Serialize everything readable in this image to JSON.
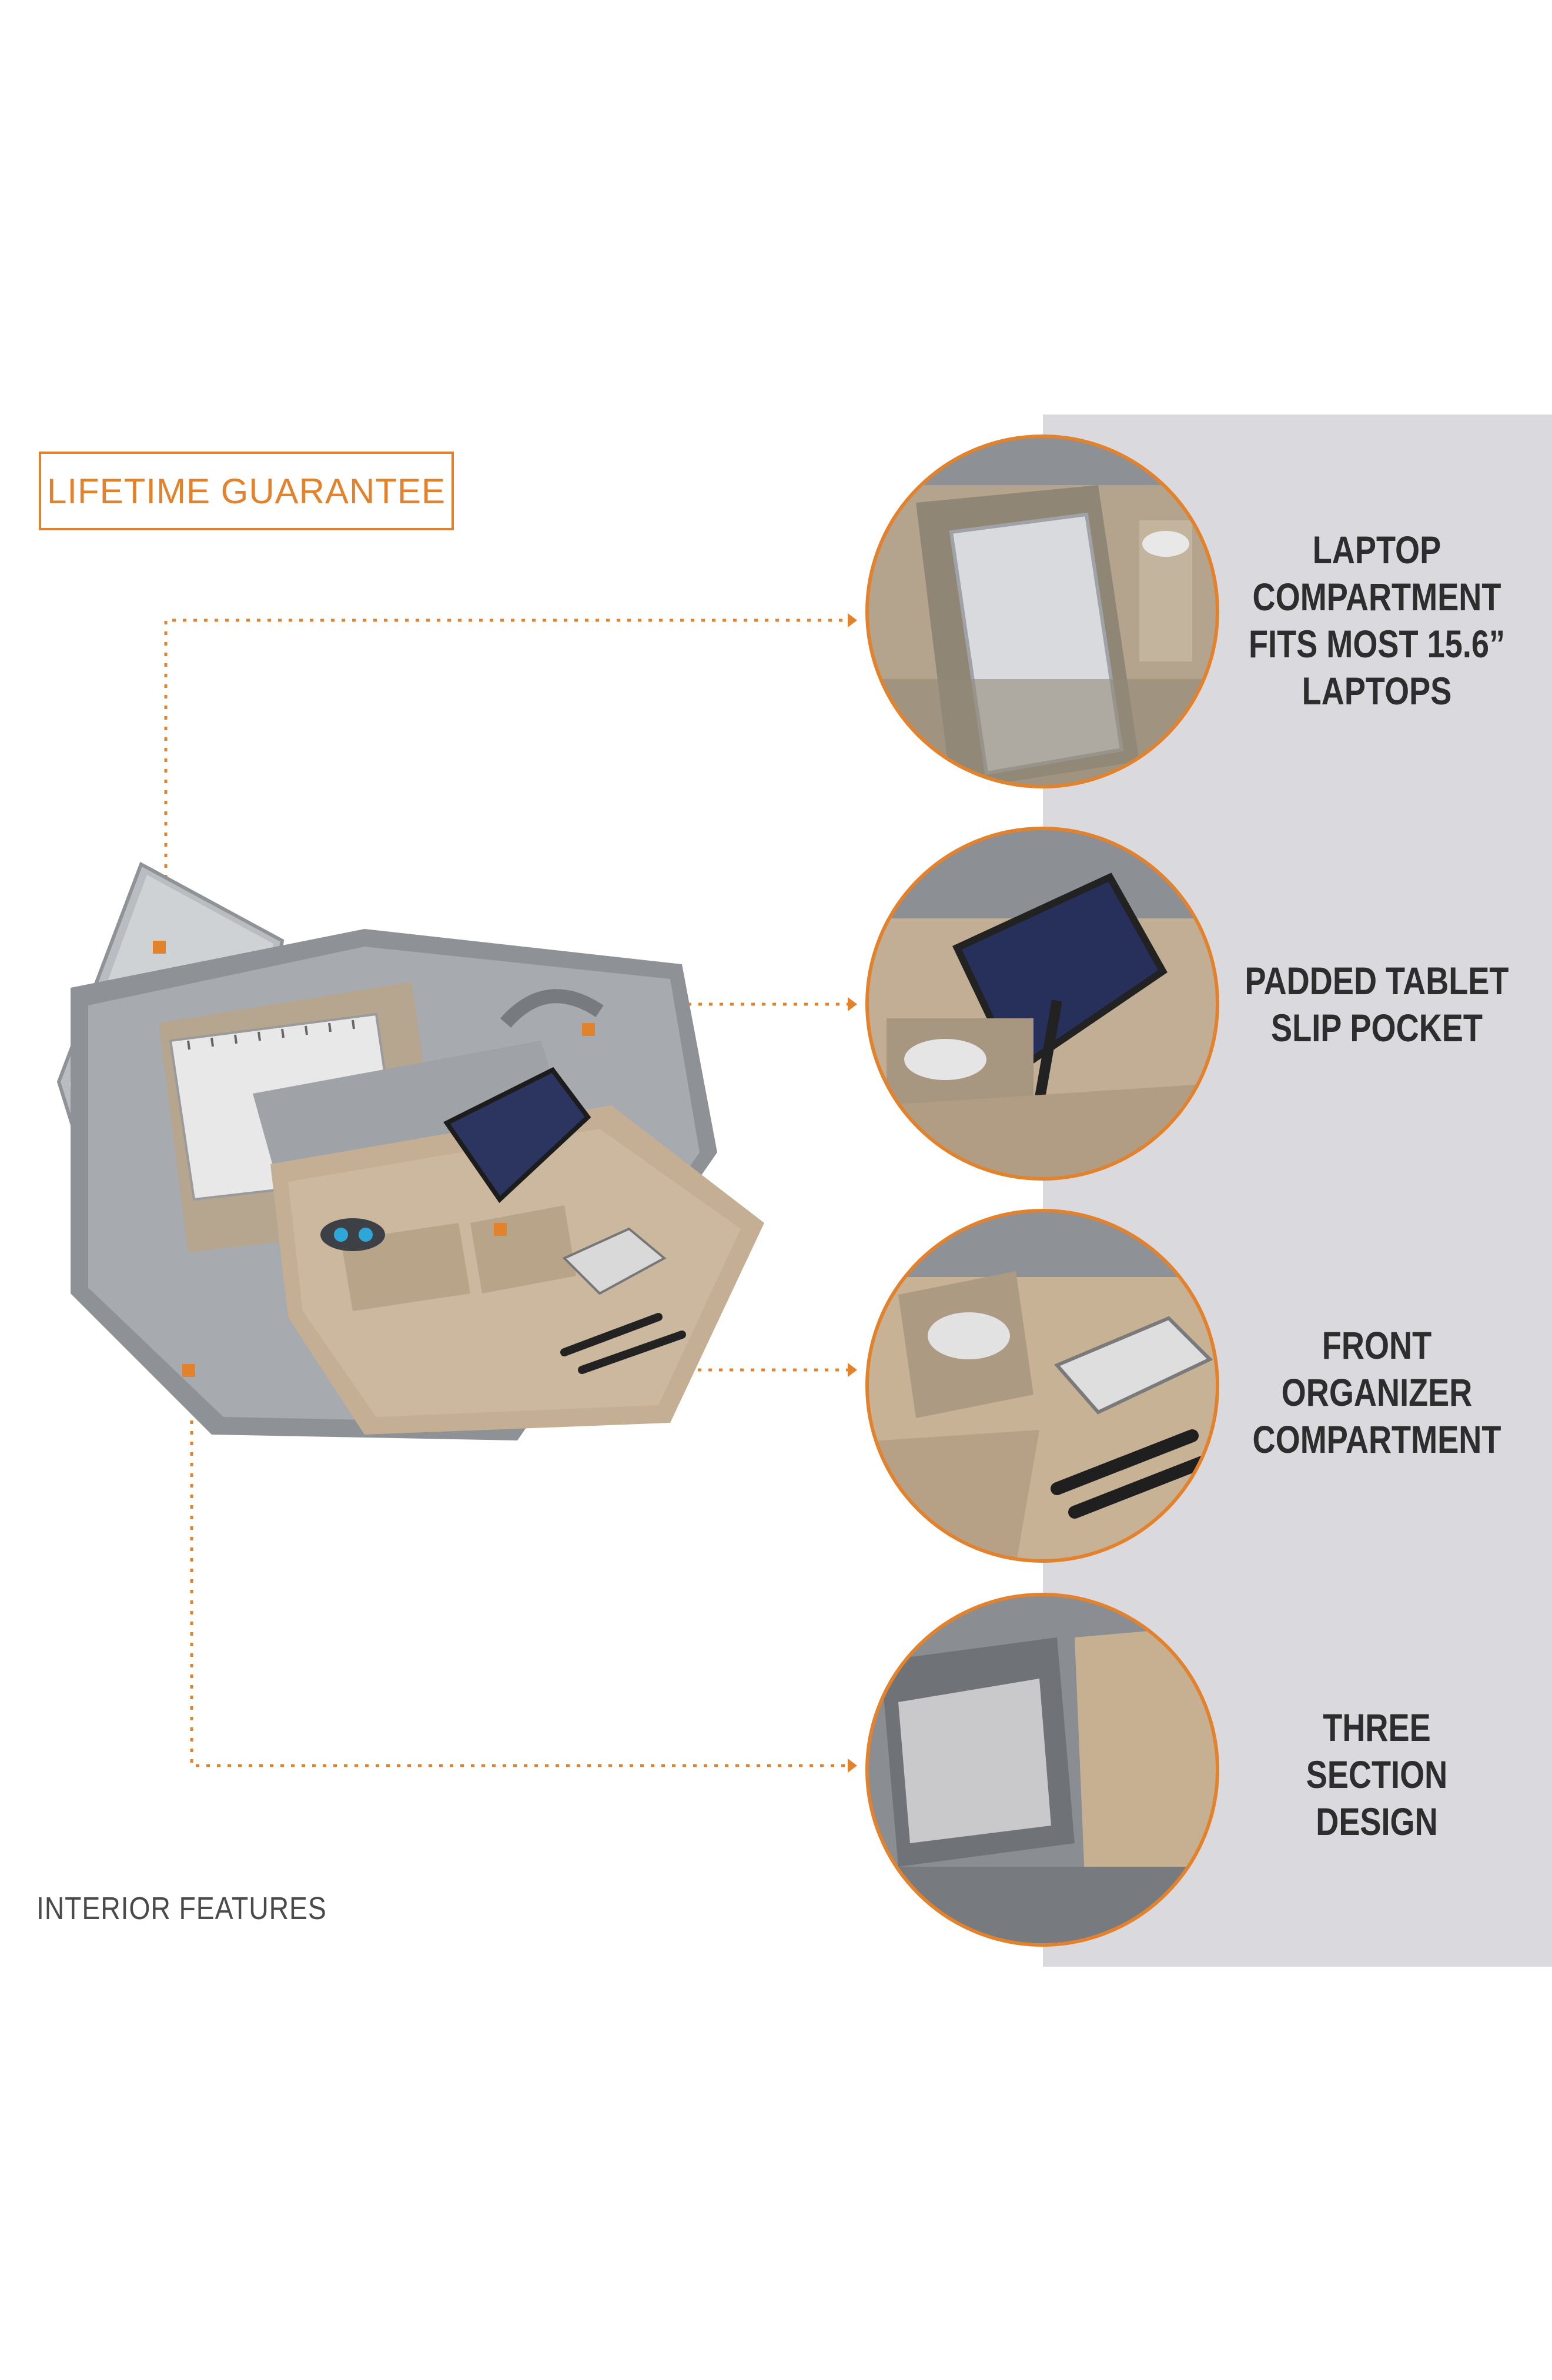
{
  "badge": {
    "label": "LIFETIME GUARANTEE"
  },
  "footer": {
    "label": "INTERIOR FEATURES"
  },
  "features": [
    {
      "lines": [
        "LAPTOP",
        "COMPARTMENT",
        "FITS MOST 15.6”",
        "LAPTOPS"
      ]
    },
    {
      "lines": [
        "PADDED TABLET",
        "SLIP POCKET"
      ]
    },
    {
      "lines": [
        "FRONT",
        "ORGANIZER",
        "COMPARTMENT"
      ]
    },
    {
      "lines": [
        "THREE",
        "SECTION",
        "DESIGN"
      ]
    }
  ],
  "colors": {
    "accent": "#e3822c",
    "panel": "#d9d9de",
    "text": "#2d2d2d"
  }
}
